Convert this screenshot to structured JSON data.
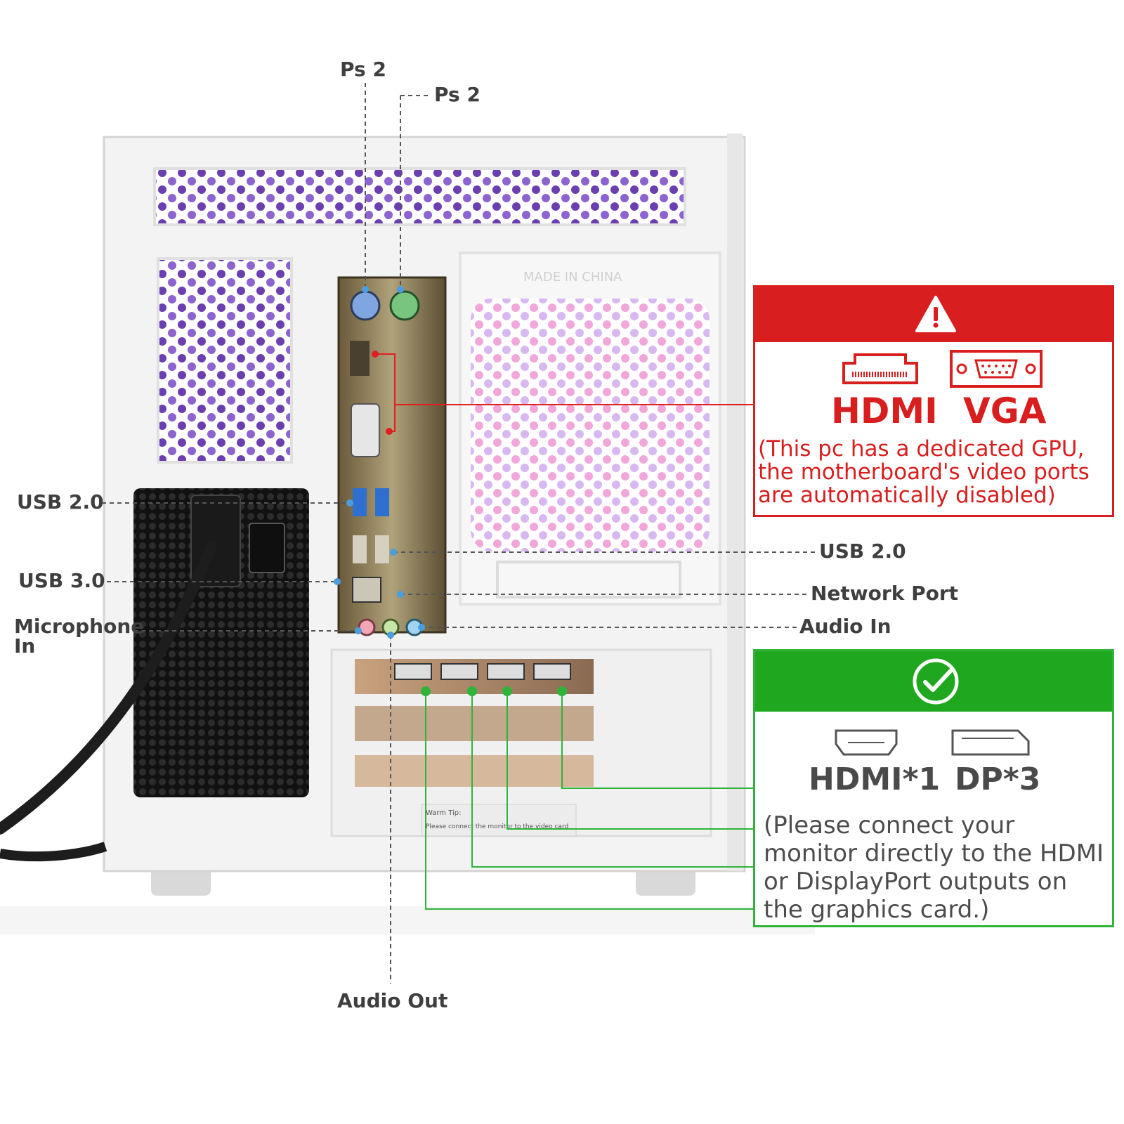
{
  "callouts": {
    "ps2_left": "Ps 2",
    "ps2_right": "Ps 2",
    "usb20_left": "USB 2.0",
    "usb30_left": "USB 3.0",
    "microphone_in": "Microphone\nIn",
    "usb20_right": "USB 2.0",
    "network_port": "Network Port",
    "audio_in": "Audio In",
    "audio_out": "Audio Out"
  },
  "case_text": {
    "made_in": "MADE IN CHINA",
    "warm_tip_title": "Warm Tip:",
    "warm_tip_body": "Please connect the monitor to the video card"
  },
  "warning_panel": {
    "icon": "warning-triangle-icon",
    "port_icons": [
      "hdmi-port-icon",
      "vga-port-icon"
    ],
    "hdmi_label": "HDMI",
    "vga_label": "VGA",
    "note": "(This pc has a dedicated GPU, the motherboard's video ports are automatically disabled)",
    "color": "#d81e1e"
  },
  "ok_panel": {
    "icon": "check-circle-icon",
    "port_icons": [
      "hdmi-port-icon",
      "displayport-icon"
    ],
    "hdmi_label": "HDMI*1",
    "dp_label": "DP*3",
    "note": "(Please connect your monitor directly to the HDMI or DisplayPort outputs on the graphics card.)",
    "color": "#1fa81f"
  },
  "colors": {
    "label_text": "#3f3f3f",
    "case_white": "#f2f2f2",
    "accent_purple": "#8a5cc8",
    "accent_pink": "#f0a3d8"
  }
}
